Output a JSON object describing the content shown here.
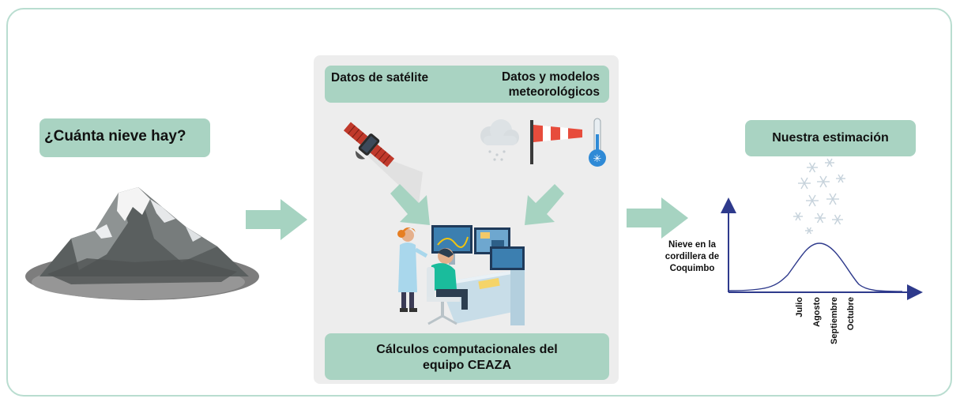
{
  "question": "¿Cuánta nieve hay?",
  "panel": {
    "satellite_label": "Datos de satélite",
    "weather_label": "Datos y modelos meteorológicos",
    "compute_label": "Cálculos computacionales del equipo CEAZA"
  },
  "estimate": {
    "title": "Nuestra estimación",
    "y_label": "Nieve en la cordillera de Coquimbo",
    "months": [
      "Julio",
      "Agosto",
      "Septiembre",
      "Octubre"
    ]
  },
  "colors": {
    "accent": "#a9d3c2",
    "arrow": "#a6d3c1",
    "axis": "#2e3a8c",
    "border": "#b9ddd0"
  },
  "icons": [
    "mountain-icon",
    "satellite-icon",
    "cloud-snow-icon",
    "windsock-icon",
    "thermometer-icon",
    "snowflake-icon",
    "scientists-computer-icon"
  ]
}
